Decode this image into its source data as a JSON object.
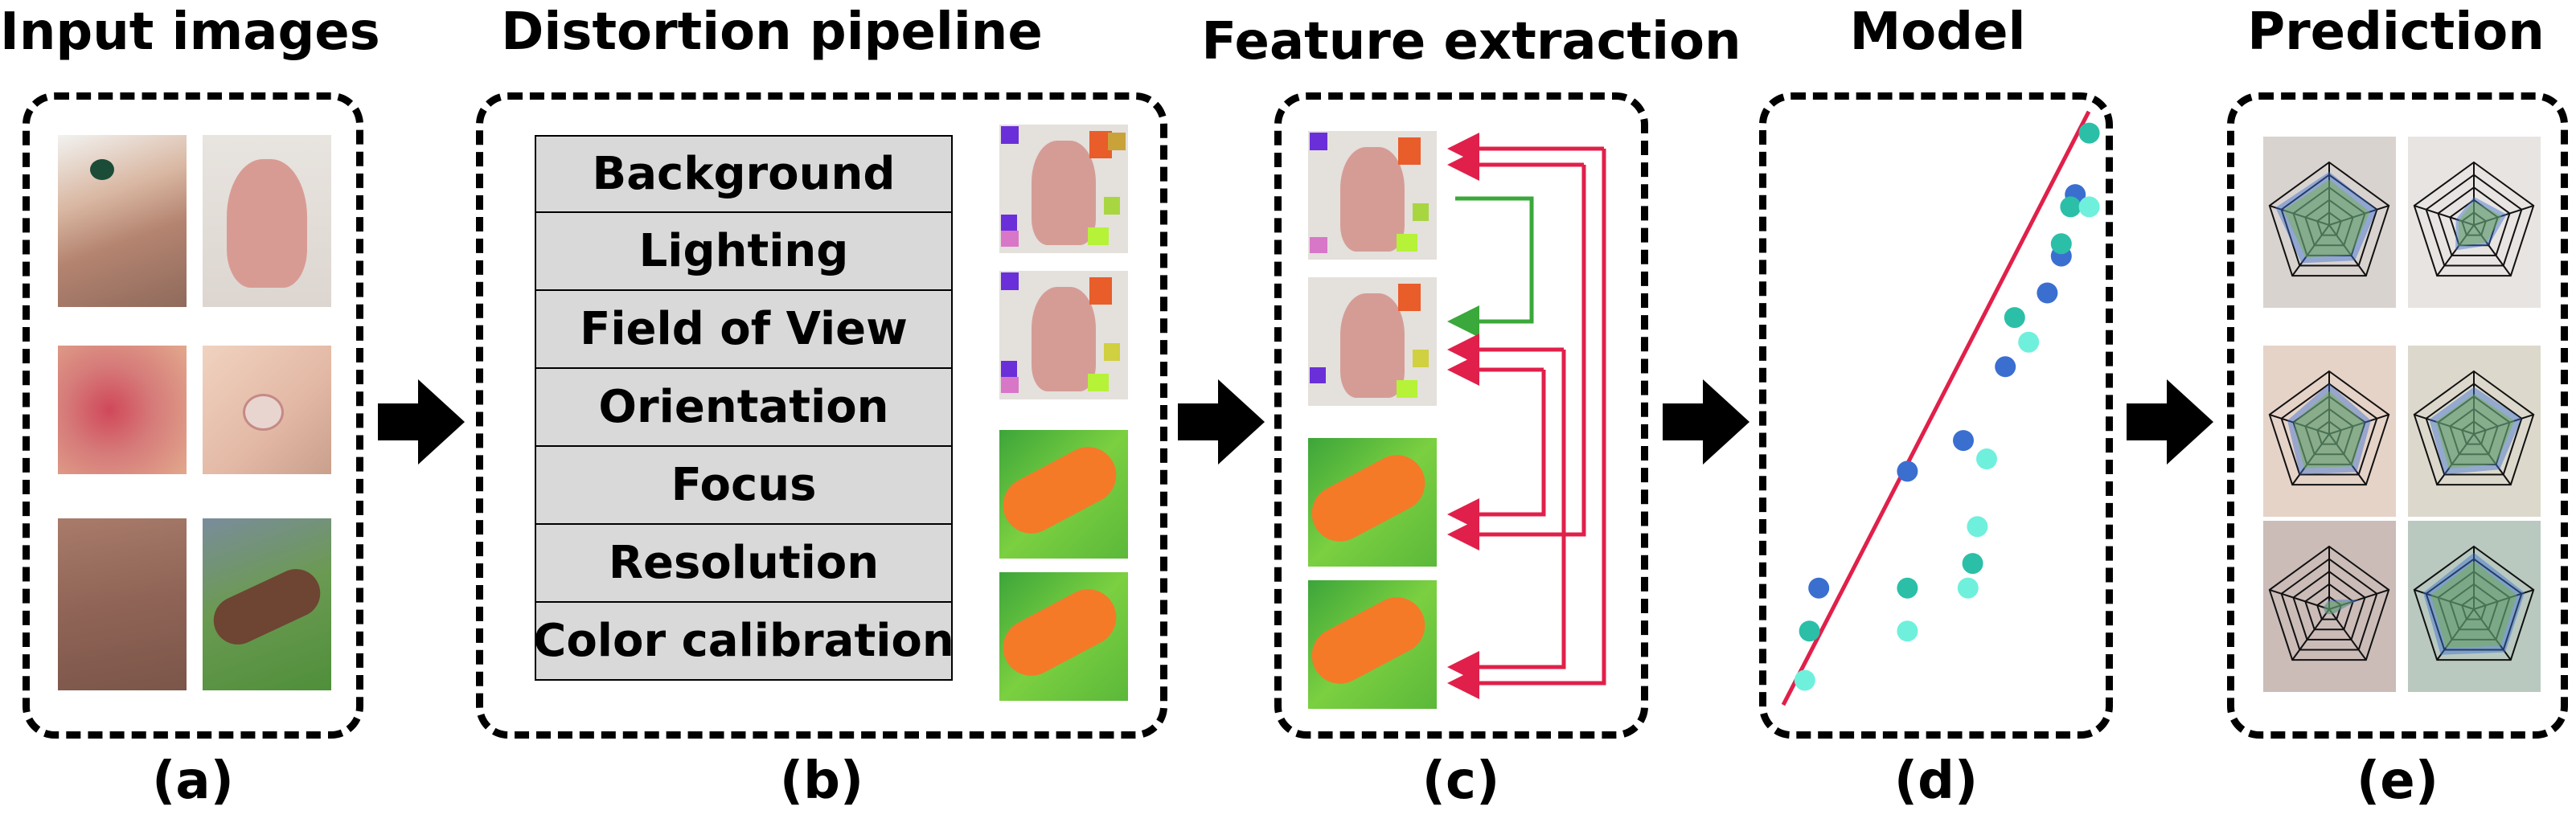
{
  "titles": {
    "input": "Input images",
    "distortion": "Distortion pipeline",
    "feature": "Feature extraction",
    "model": "Model",
    "prediction": "Prediction"
  },
  "sublabels": {
    "a": "(a)",
    "b": "(b)",
    "c": "(c)",
    "d": "(d)",
    "e": "(e)"
  },
  "distortions": [
    "Background",
    "Lighting",
    "Field of View",
    "Orientation",
    "Focus",
    "Resolution",
    "Color calibration"
  ],
  "colors": {
    "red_arrow": "#e0204a",
    "green_arrow": "#3aa83a",
    "fit_line": "#e0204a",
    "dot_blue": "#3a6fd0",
    "dot_teal": "#2bbfa8",
    "dot_cyan": "#6ff0dc",
    "table_bg": "#d9d9d9"
  },
  "chart_data": {
    "type": "scatter",
    "fit_line": true,
    "series": [
      {
        "color": "blue",
        "points": [
          [
            0.09,
            0.22
          ],
          [
            0.28,
            0.41
          ],
          [
            0.4,
            0.46
          ],
          [
            0.49,
            0.58
          ],
          [
            0.58,
            0.7
          ],
          [
            0.61,
            0.76
          ],
          [
            0.64,
            0.86
          ]
        ]
      },
      {
        "color": "teal",
        "points": [
          [
            0.07,
            0.15
          ],
          [
            0.28,
            0.22
          ],
          [
            0.42,
            0.26
          ],
          [
            0.51,
            0.66
          ],
          [
            0.61,
            0.78
          ],
          [
            0.63,
            0.84
          ],
          [
            0.67,
            0.96
          ]
        ]
      },
      {
        "color": "cyan",
        "points": [
          [
            0.06,
            0.07
          ],
          [
            0.28,
            0.15
          ],
          [
            0.41,
            0.22
          ],
          [
            0.43,
            0.32
          ],
          [
            0.45,
            0.43
          ],
          [
            0.54,
            0.62
          ],
          [
            0.67,
            0.84
          ]
        ]
      }
    ]
  }
}
